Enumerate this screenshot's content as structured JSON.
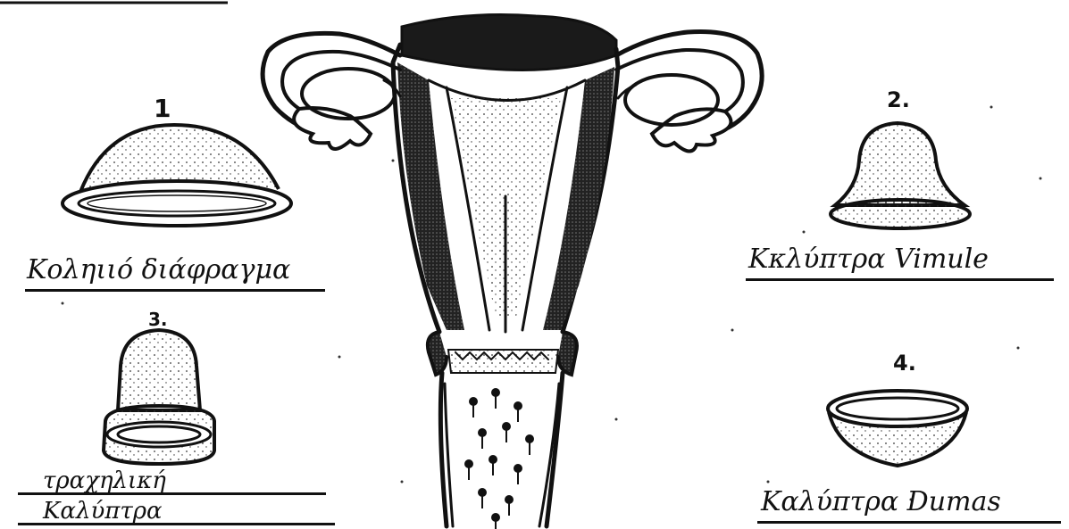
{
  "devices": [
    {
      "number": "1",
      "label_lines": [
        "Κοληιιό διάφραγμα"
      ]
    },
    {
      "number": "2.",
      "label_lines": [
        "Κκλύπτρα Vimule"
      ]
    },
    {
      "number": "3.",
      "label_lines": [
        "τραχηλική",
        "Καλύπτρα"
      ]
    },
    {
      "number": "4.",
      "label_lines": [
        "Καλύπτρα Dumas"
      ]
    }
  ],
  "colors": {
    "ink": "#111111",
    "paper": "#ffffff"
  }
}
